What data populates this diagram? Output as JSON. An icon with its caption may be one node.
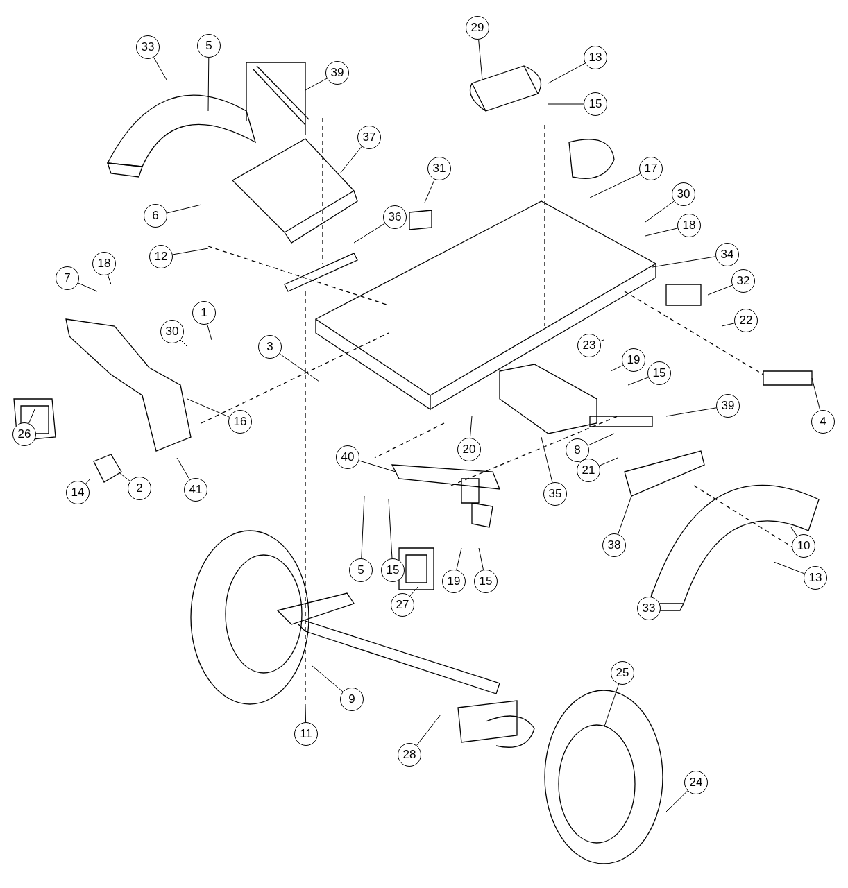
{
  "diagram": {
    "nodes": [
      {
        "text": [
          "33"
        ]
      },
      {
        "text": [
          "5"
        ]
      },
      {
        "text": [
          "39"
        ]
      },
      {
        "text": [
          "29"
        ]
      },
      {
        "text": [
          "13"
        ]
      },
      {
        "text": [
          "15"
        ]
      },
      {
        "text": [
          "37"
        ]
      },
      {
        "text": [
          "31"
        ]
      },
      {
        "text": [
          "17"
        ]
      },
      {
        "text": [
          "30"
        ]
      },
      {
        "text": [
          "6"
        ]
      },
      {
        "text": [
          "18"
        ]
      },
      {
        "text": [
          "12"
        ]
      },
      {
        "text": [
          "36"
        ]
      },
      {
        "text": [
          "34"
        ]
      },
      {
        "text": [
          "18"
        ]
      },
      {
        "text": [
          "7"
        ]
      },
      {
        "text": [
          "1"
        ]
      },
      {
        "text": [
          "30"
        ]
      },
      {
        "text": [
          "32"
        ]
      },
      {
        "text": [
          "22"
        ]
      },
      {
        "text": [
          "3"
        ]
      },
      {
        "text": [
          "23"
        ]
      },
      {
        "text": [
          "19"
        ]
      },
      {
        "text": [
          "15"
        ]
      },
      {
        "text": [
          "16"
        ]
      },
      {
        "text": [
          "26"
        ]
      },
      {
        "text": [
          "39"
        ]
      },
      {
        "text": [
          "4"
        ]
      },
      {
        "text": [
          "8"
        ]
      },
      {
        "text": [
          "20"
        ]
      },
      {
        "text": [
          "21"
        ]
      },
      {
        "text": [
          "35"
        ]
      },
      {
        "text": [
          "40"
        ]
      },
      {
        "text": [
          "14"
        ]
      },
      {
        "text": [
          "2"
        ]
      },
      {
        "text": [
          "41"
        ]
      },
      {
        "text": [
          "38"
        ]
      },
      {
        "text": [
          "10"
        ]
      },
      {
        "text": [
          "5"
        ]
      },
      {
        "text": [
          "15"
        ]
      },
      {
        "text": [
          "13"
        ]
      },
      {
        "text": [
          "19"
        ]
      },
      {
        "text": [
          "15"
        ]
      },
      {
        "text": [
          "27"
        ]
      },
      {
        "text": [
          "33"
        ]
      },
      {
        "text": [
          "9"
        ]
      },
      {
        "text": [
          "25"
        ]
      },
      {
        "text": [
          "11"
        ]
      },
      {
        "text": [
          "28"
        ]
      },
      {
        "text": [
          "24"
        ]
      }
    ],
    "edges": [
      {
        "from": 0,
        "to": null,
        "arrow": "none"
      },
      {
        "from": 1,
        "to": null,
        "arrow": "none"
      },
      {
        "from": 2,
        "to": null,
        "arrow": "none"
      },
      {
        "from": 3,
        "to": null,
        "arrow": "none"
      },
      {
        "from": 4,
        "to": null,
        "arrow": "none"
      },
      {
        "from": 5,
        "to": null,
        "arrow": "none"
      },
      {
        "from": 6,
        "to": null,
        "arrow": "none"
      },
      {
        "from": 7,
        "to": null,
        "arrow": "none"
      },
      {
        "from": 8,
        "to": null,
        "arrow": "none"
      },
      {
        "from": 9,
        "to": null,
        "arrow": "none"
      },
      {
        "from": 10,
        "to": null,
        "arrow": "none"
      },
      {
        "from": 11,
        "to": null,
        "arrow": "none"
      },
      {
        "from": 12,
        "to": null,
        "arrow": "none"
      },
      {
        "from": 13,
        "to": null,
        "arrow": "none"
      },
      {
        "from": 14,
        "to": null,
        "arrow": "none"
      },
      {
        "from": 15,
        "to": null,
        "arrow": "none"
      },
      {
        "from": 16,
        "to": null,
        "arrow": "none"
      },
      {
        "from": 17,
        "to": null,
        "arrow": "none"
      },
      {
        "from": 18,
        "to": null,
        "arrow": "none"
      },
      {
        "from": 19,
        "to": null,
        "arrow": "none"
      },
      {
        "from": 20,
        "to": null,
        "arrow": "none"
      },
      {
        "from": 21,
        "to": null,
        "arrow": "none"
      },
      {
        "from": 22,
        "to": null,
        "arrow": "none"
      },
      {
        "from": 23,
        "to": null,
        "arrow": "none"
      },
      {
        "from": 24,
        "to": null,
        "arrow": "none"
      },
      {
        "from": 25,
        "to": null,
        "arrow": "none"
      },
      {
        "from": 26,
        "to": null,
        "arrow": "none"
      },
      {
        "from": 27,
        "to": null,
        "arrow": "none"
      },
      {
        "from": 28,
        "to": null,
        "arrow": "none"
      },
      {
        "from": 29,
        "to": null,
        "arrow": "none"
      },
      {
        "from": 30,
        "to": null,
        "arrow": "none"
      },
      {
        "from": 31,
        "to": null,
        "arrow": "none"
      },
      {
        "from": 32,
        "to": null,
        "arrow": "none"
      },
      {
        "from": 33,
        "to": null,
        "arrow": "none"
      },
      {
        "from": 34,
        "to": null,
        "arrow": "none"
      },
      {
        "from": 35,
        "to": null,
        "arrow": "none"
      },
      {
        "from": 36,
        "to": null,
        "arrow": "none"
      },
      {
        "from": 37,
        "to": null,
        "arrow": "none"
      },
      {
        "from": 38,
        "to": null,
        "arrow": "none"
      },
      {
        "from": 39,
        "to": null,
        "arrow": "none"
      },
      {
        "from": 40,
        "to": null,
        "arrow": "none"
      },
      {
        "from": 41,
        "to": null,
        "arrow": "none"
      },
      {
        "from": 42,
        "to": null,
        "arrow": "none"
      },
      {
        "from": 43,
        "to": null,
        "arrow": "none"
      },
      {
        "from": 44,
        "to": null,
        "arrow": "none"
      },
      {
        "from": 45,
        "to": null,
        "arrow": "none"
      },
      {
        "from": 46,
        "to": null,
        "arrow": "none"
      },
      {
        "from": 47,
        "to": null,
        "arrow": "none"
      },
      {
        "from": 48,
        "to": null,
        "arrow": "none"
      },
      {
        "from": 49,
        "to": null,
        "arrow": "none"
      },
      {
        "from": 50,
        "to": null,
        "arrow": "none"
      }
    ]
  }
}
